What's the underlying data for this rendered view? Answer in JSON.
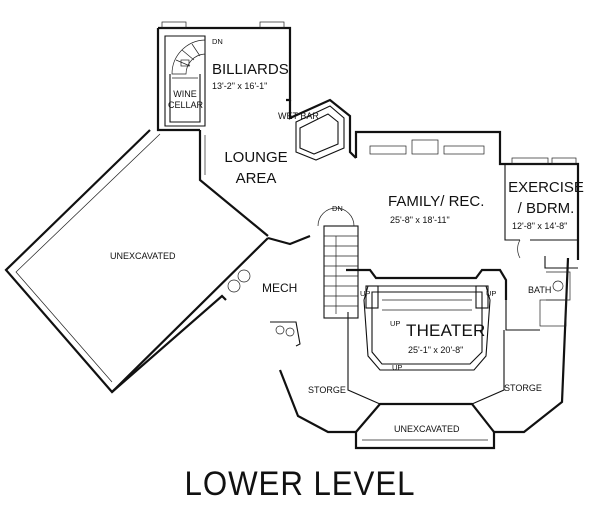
{
  "title": "LOWER LEVEL",
  "rooms": {
    "billiards": {
      "name": "BILLIARDS",
      "dims": "13'-2\" x 16'-1\""
    },
    "wine_cellar": {
      "line1": "WINE",
      "line2": "CELLAR"
    },
    "wet_bar": {
      "name": "WET BAR"
    },
    "lounge": {
      "line1": "LOUNGE",
      "line2": "AREA"
    },
    "family": {
      "name": "FAMILY/ REC.",
      "dims": "25'-8\" x 18'-11\""
    },
    "exercise": {
      "line1": "EXERCISE",
      "line2": "/ BDRM.",
      "dims": "12'-8\" x 14'-8\""
    },
    "unexcavated_left": {
      "name": "UNEXCAVATED"
    },
    "mech": {
      "name": "MECH"
    },
    "theater": {
      "name": "THEATER",
      "dims": "25'-1\" x 20'-8\""
    },
    "bath": {
      "name": "BATH"
    },
    "storge_left": {
      "name": "STORGE"
    },
    "storge_right": {
      "name": "STORGE"
    },
    "unexcavated_bottom": {
      "name": "UNEXCAVATED"
    }
  },
  "stair_marks": {
    "dn_top": "DN",
    "dn_mid": "DN",
    "up_left": "UP",
    "up_right": "UP",
    "up_theater_top": "UP",
    "up_theater_bottom": "UP"
  }
}
